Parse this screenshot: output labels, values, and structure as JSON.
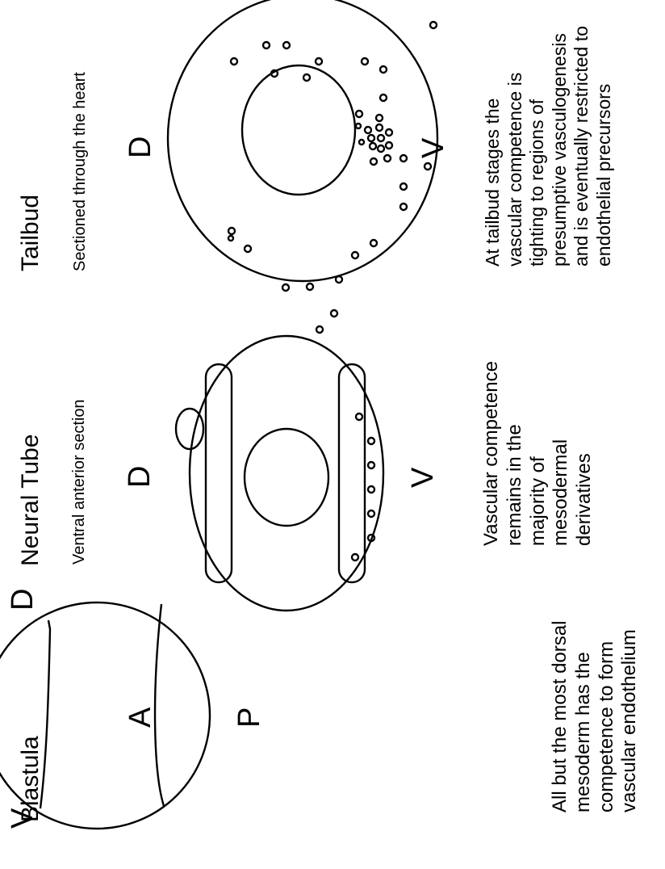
{
  "panels": {
    "blastula": {
      "title": "Blastula",
      "axes": {
        "left": "V",
        "top": "A",
        "bottom": "P",
        "right": "D"
      },
      "description": "All but the most dorsal mesoderm has the competence to form vascular endothelium"
    },
    "neural_tube": {
      "title": "Neural Tube",
      "subtitle": "Ventral anterior section",
      "axes": {
        "top": "D",
        "bottom": "V"
      },
      "description": "Vascular competence remains in the majority of  mesodermal derivatives"
    },
    "tailbud": {
      "title": "Tailbud",
      "subtitle": "Sectioned through the heart",
      "axes": {
        "top": "D",
        "bottom": "V"
      },
      "description": "At tailbud stages the vascular competence is tighting to regions of presumptive vasculogenesis and is eventually  restricted to endothelial precursors"
    }
  }
}
